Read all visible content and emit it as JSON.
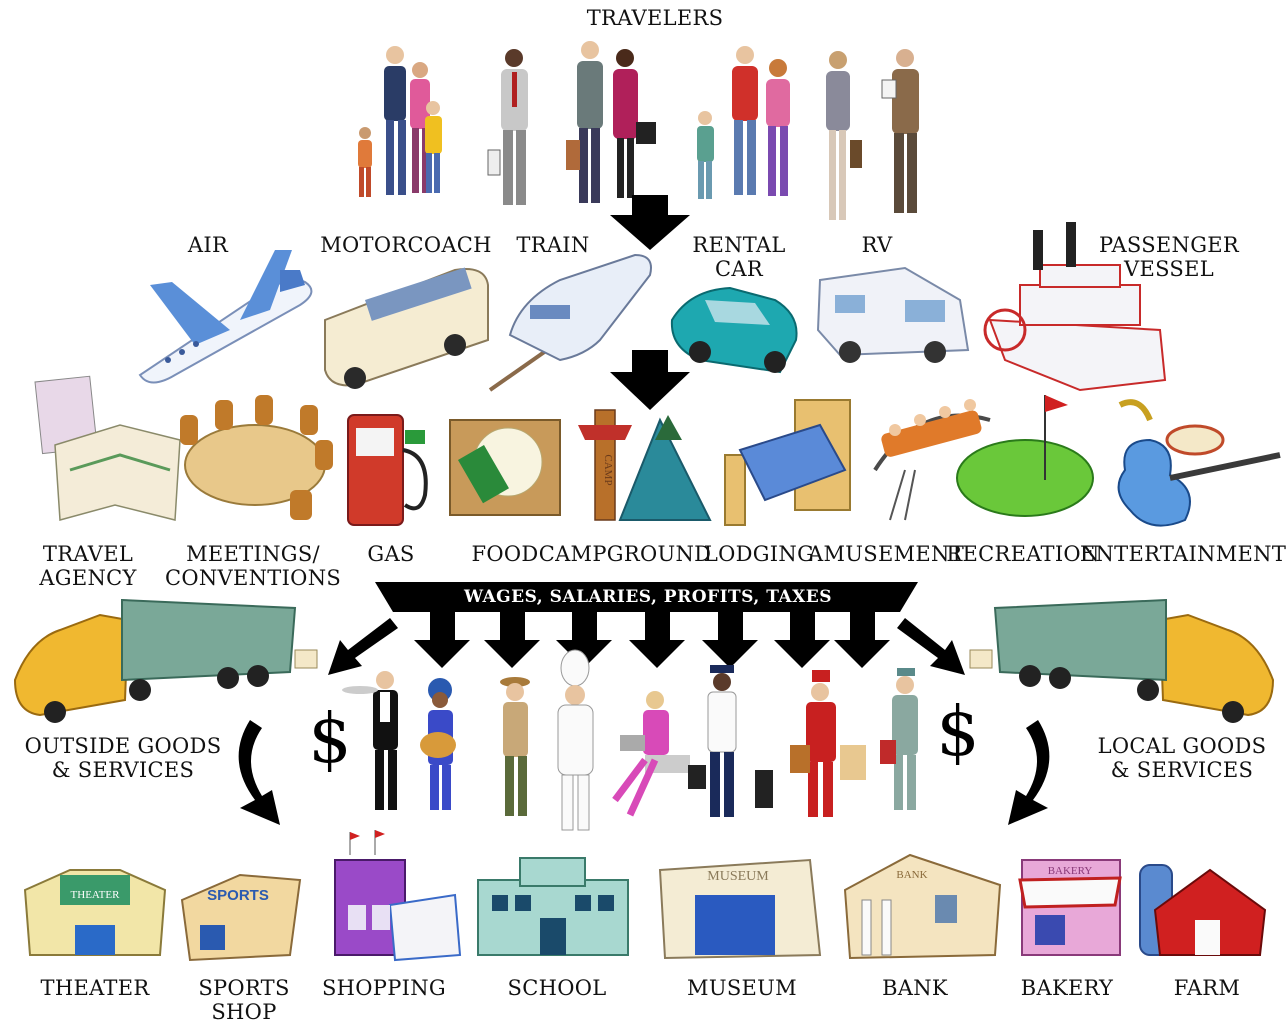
{
  "title": "TRAVELERS",
  "transport": [
    "AIR",
    "MOTORCOACH",
    "TRAIN",
    "RENTAL",
    "CAR",
    "RV",
    "PASSENGER",
    "VESSEL"
  ],
  "services": [
    "TRAVEL",
    "AGENCY",
    "MEETINGS/",
    "CONVENTIONS",
    "GAS",
    "FOOD",
    "CAMPGROUND",
    "LODGING",
    "AMUSEMENT",
    "RECREATION",
    "ENTERTAINMENT"
  ],
  "flow_banner": "WAGES, SALARIES, PROFITS, TAXES",
  "goods": {
    "outside_1": "OUTSIDE GOODS",
    "outside_2": "& SERVICES",
    "local_1": "LOCAL GOODS",
    "local_2": "& SERVICES"
  },
  "dollar": "$",
  "community": [
    "THEATER",
    "SPORTS",
    "SHOP",
    "SHOPPING",
    "SCHOOL",
    "MUSEUM",
    "BANK",
    "BAKERY",
    "FARM"
  ],
  "signs": {
    "theater": "THEATER",
    "sports": "SPORTS",
    "museum": "MUSEUM",
    "bank": "BANK",
    "bakery": "BAKERY",
    "camp": "CAMP"
  },
  "colors": {
    "arrow": "#000000",
    "banner_bg": "#000000",
    "banner_text": "#ffffff"
  }
}
